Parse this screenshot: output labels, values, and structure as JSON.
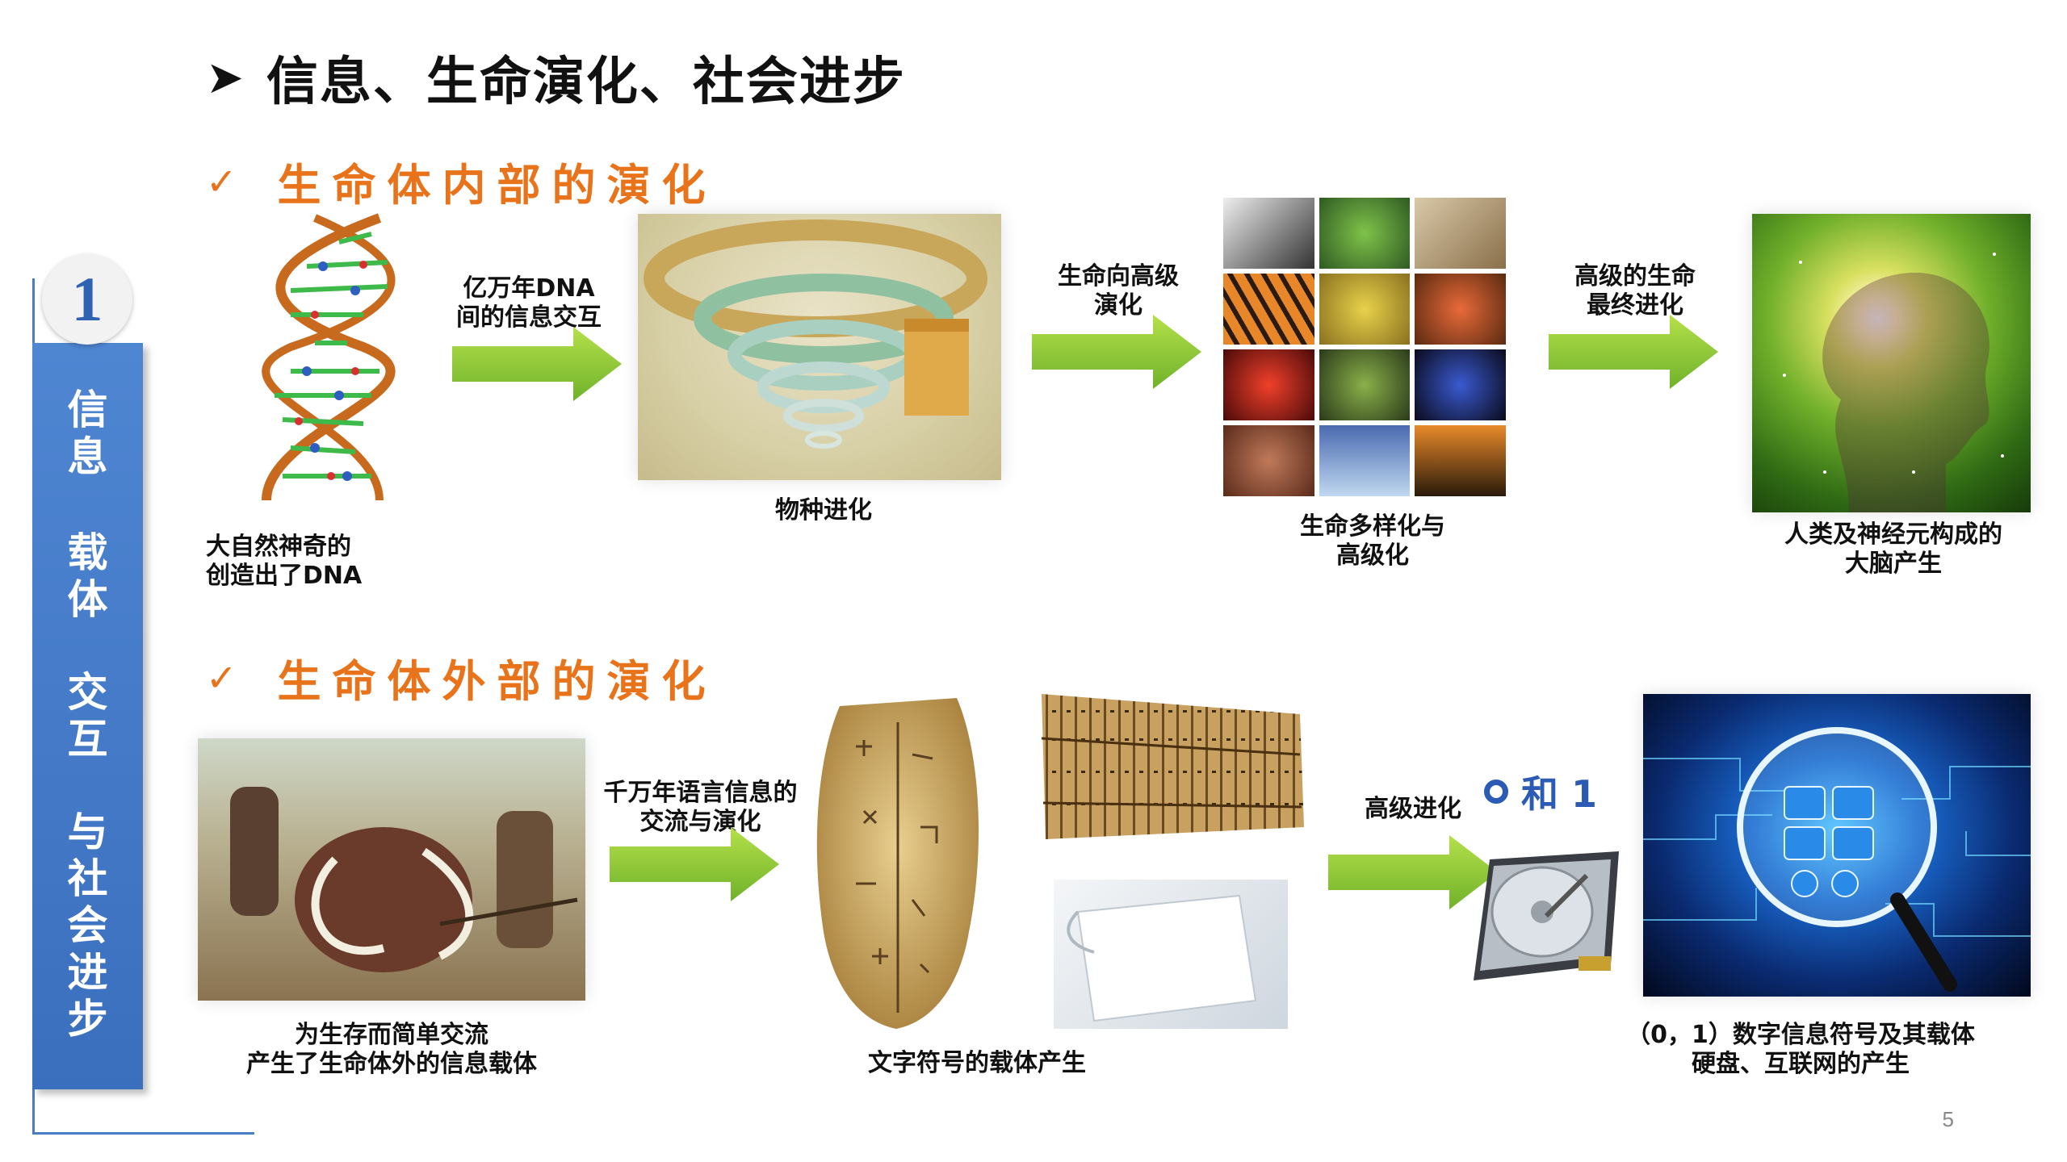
{
  "title": "信息、生命演化、社会进步",
  "section_internal": "生命体内部的演化",
  "section_external": "生命体外部的演化",
  "sidebar": {
    "badge": "1",
    "chars": [
      "信",
      "息",
      "载",
      "体",
      "交",
      "互",
      "与",
      "社",
      "会",
      "进",
      "步"
    ]
  },
  "row1": {
    "dna_caption": [
      "大自然神奇的",
      "创造出了DNA"
    ],
    "arrow1_label": [
      "亿万年DNA",
      "间的信息交互"
    ],
    "species_caption": "物种进化",
    "arrow2_label": [
      "生命向高级",
      "演化"
    ],
    "diversity_caption": [
      "生命多样化与",
      "高级化"
    ],
    "arrow3_label": [
      "高级的生命",
      "最终进化"
    ],
    "brain_caption": [
      "人类及神经元构成的",
      "大脑产生"
    ]
  },
  "row2": {
    "hunt_caption": [
      "为生存而简单交流",
      "产生了生命体外的信息载体"
    ],
    "arrow1_label": [
      "千万年语言信息的",
      "交流与演化"
    ],
    "writing_caption": "文字符号的载体产生",
    "arrow2_label": "高级进化",
    "binary_label": "和 1",
    "digital_caption": [
      "（0，1）数字信息符号及其载体",
      "硬盘、互联网的产生"
    ]
  },
  "page_number": "5",
  "colors": {
    "accent_orange": "#E8731A",
    "sidebar_blue": "#3A6FBE",
    "arrow_green": "#8CC63F"
  }
}
